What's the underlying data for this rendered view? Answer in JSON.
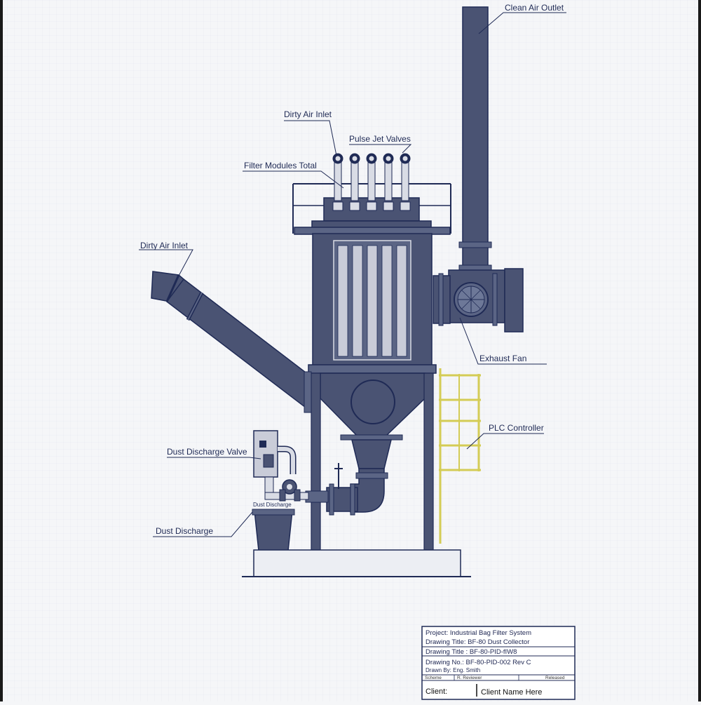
{
  "labels": {
    "clean_air_outlet": "Clean Air Outlet",
    "dirty_air_inlet_top": "Dirty Air Inlet",
    "pulse_jet_valves": "Pulse Jet Valves",
    "filter_modules_total": "Filter Modules Total",
    "dirty_air_inlet_side": "Dirty Air Inlet",
    "exhaust_fan": "Exhaust Fan",
    "plc_controller": "PLC Controller",
    "dust_discharge_valve": "Dust Discharge Valve",
    "dust_discharge_small": "Dust Discharge",
    "dust_discharge": "Dust Discharge"
  },
  "title_block": {
    "project": "Project: Industrial Bag Filter System",
    "drawing_title_1": "Drawing Title: BF-80 Dust Collector",
    "drawing_title_2": "Drawing Title : BF-80-PID-fIW8",
    "drawing_no": "Drawing No.: BF-80-PID-002 Rev C",
    "drawn_by": "Drawn By: Eng. Smith",
    "small_1": "Scheme",
    "small_2": "R. Reviewer",
    "small_3": "Released",
    "client_label": "Client:",
    "client_value": "Client Name Here"
  },
  "colors": {
    "equipment": "#4a5373",
    "line": "#1f2a55",
    "ladder": "#d4cc55",
    "background": "#f5f6f8"
  }
}
